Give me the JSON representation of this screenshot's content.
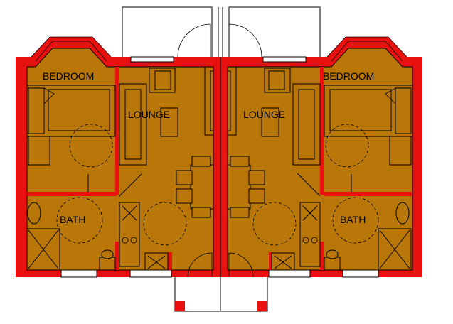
{
  "labels": {
    "bedroom_left": "BEDROOM",
    "bedroom_right": "BEDROOM",
    "lounge_left": "LOUNGE",
    "lounge_right": "LOUNGE",
    "bath_left": "BATH",
    "bath_right": "BATH"
  },
  "colors": {
    "floor": "#b87708",
    "wall": "#e8110f",
    "line": "#000000",
    "background": "#ffffff"
  }
}
